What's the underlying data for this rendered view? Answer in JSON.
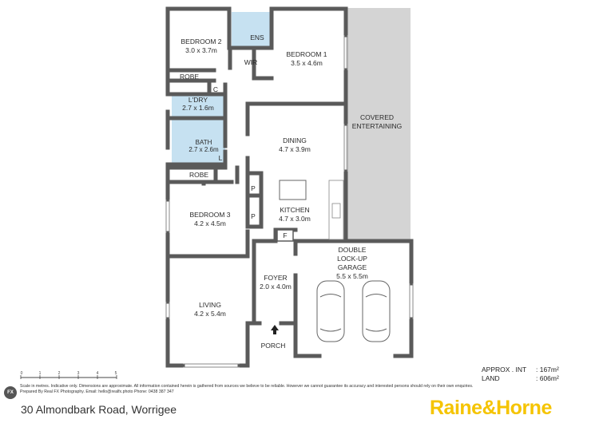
{
  "rooms": {
    "bedroom2": {
      "name": "BEDROOM 2",
      "size": "3.0 x 3.7m"
    },
    "ens": {
      "name": "ENS"
    },
    "bedroom1": {
      "name": "BEDROOM 1",
      "size": "3.5 x 4.6m"
    },
    "wir": {
      "name": "WIR"
    },
    "robe1": {
      "name": "ROBE"
    },
    "c": {
      "name": "C"
    },
    "laundry": {
      "name": "L'DRY",
      "size": "2.7 x 1.6m"
    },
    "bath": {
      "name": "BATH",
      "size": "2.7 x 2.6m"
    },
    "l": {
      "name": "L"
    },
    "robe2": {
      "name": "ROBE"
    },
    "dining": {
      "name": "DINING",
      "size": "4.7 x 3.9m"
    },
    "covered": {
      "line1": "COVERED",
      "line2": "ENTERTAINING"
    },
    "pantry1": {
      "name": "P"
    },
    "pantry2": {
      "name": "P"
    },
    "kitchen": {
      "name": "KITCHEN",
      "size": "4.7 x 3.0m"
    },
    "bedroom3": {
      "name": "BEDROOM 3",
      "size": "4.2 x 4.5m"
    },
    "f": {
      "name": "F"
    },
    "garage": {
      "line1": "DOUBLE",
      "line2": "LOCK-UP",
      "line3": "GARAGE",
      "size": "5.5 x 5.5m"
    },
    "foyer": {
      "name": "FOYER",
      "size": "2.0 x 4.0m"
    },
    "living": {
      "name": "LIVING",
      "size": "4.2 x 5.4m"
    },
    "porch": {
      "name": "PORCH"
    }
  },
  "scale_ticks": [
    "0",
    "1",
    "2",
    "3",
    "4",
    "5"
  ],
  "areas": {
    "int_label": "APPROX . INT",
    "int_value": ": 167m²",
    "land_label": "LAND",
    "land_value": ": 606m²"
  },
  "disclaimer": {
    "line1": "Scale in metres. Indicative only. Dimensions are approximate. All information contained herein is gathered from sources we believe to be reliable. However we cannot guarantee its accuracy and interested persons should rely on their own enquiries.",
    "line2": "Prepared By Real FX Photography. Email: hello@realfx.photo   Phone: 0438 387 347"
  },
  "fx_logo": "FX",
  "address": "30 Almondbark Road, Worrigee",
  "brand": "Raine&Horne",
  "colors": {
    "wall": "#5a5a5a",
    "wet": "#c6e1f1",
    "covered": "#d4d4d4",
    "brand": "#f5c400"
  }
}
